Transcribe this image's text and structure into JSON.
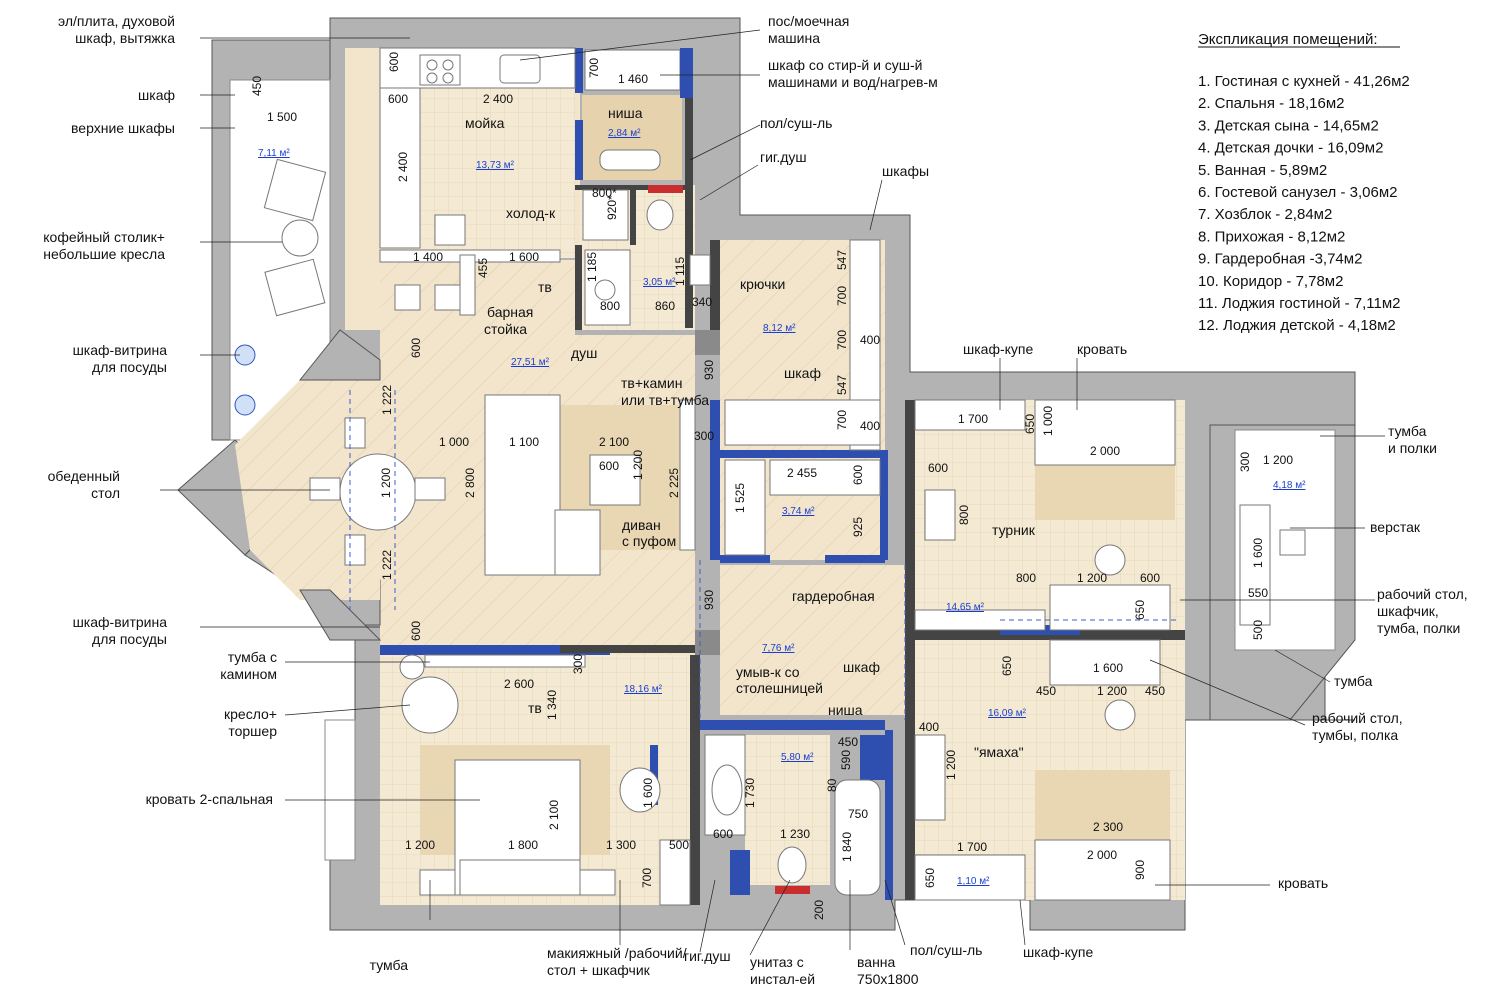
{
  "legend": {
    "title": "Экспликация помещений:",
    "items": [
      "1. Гостиная с кухней - 41,26м2",
      "2. Спальня - 18,16м2",
      "3. Детская сына - 14,65м2",
      "4. Детская дочки - 16,09м2",
      "5. Ванная - 5,89м2",
      "6. Гостевой санузел - 3,06м2",
      "7. Хозблок - 2,84м2",
      "8. Прихожая - 8,12м2",
      "9. Гардеробная -3,74м2",
      "10. Коридор - 7,78м2",
      "11. Лоджия гостиной - 7,11м2",
      "12. Лоджия детской - 4,18м2"
    ]
  },
  "callouts_left": [
    [
      "эл/плита, духовой",
      "шкаф, вытяжка"
    ],
    [
      "шкаф"
    ],
    [
      "верхние шкафы"
    ],
    [
      "кофейный столик+",
      "небольшие кресла"
    ],
    [
      "шкаф-витрина",
      "для посуды"
    ],
    [
      "обеденный",
      "стол"
    ],
    [
      "шкаф-витрина",
      "для посуды"
    ],
    [
      "тумба с",
      "камином"
    ],
    [
      "кресло+",
      "торшер"
    ],
    [
      "кровать 2-спальная"
    ],
    [
      "тумба"
    ]
  ],
  "callouts_top": [
    [
      "пос/моечная",
      "машина"
    ],
    [
      "шкаф со стир-й и суш-й",
      "машинами и вод/нагрев-м"
    ],
    [
      "пол/суш-ль"
    ],
    [
      "гиг.душ"
    ],
    [
      "шкафы"
    ],
    [
      "шкаф-купе"
    ],
    [
      "кровать"
    ]
  ],
  "callouts_right": [
    [
      "тумба",
      "и полки"
    ],
    [
      "верстак"
    ],
    [
      "рабочий стол,",
      "шкафчик,",
      "тумба, полки"
    ],
    [
      "тумба"
    ],
    [
      "рабочий стол,",
      "тумбы, полка"
    ],
    [
      "кровать"
    ]
  ],
  "callouts_bottom": [
    [
      "макияжный /рабочий/",
      "стол + шкафчик"
    ],
    [
      "гиг.душ"
    ],
    [
      "унитаз с",
      "инстал-ей"
    ],
    [
      "ванна",
      "750х1800"
    ],
    [
      "пол/суш-ль"
    ],
    [
      "шкаф-купе"
    ]
  ],
  "room_labels": [
    "мойка",
    "ниша",
    "холод-к",
    "тв",
    "барная",
    "стойка",
    "душ",
    "тв+камин",
    "или тв+тумба",
    "крючки",
    "шкаф",
    "диван",
    "с пуфом",
    "гардеробная",
    "умыв-к со",
    "столешницей",
    "шкаф",
    "ниша",
    "тв",
    "турник",
    "\"ямаха\""
  ],
  "areas": [
    "13,73 м²",
    "2,84 м²",
    "3,05 м²",
    "8,12 м²",
    "27,51 м²",
    "7,11 м²",
    "3,74 м²",
    "7,76 м²",
    "18,16 м²",
    "5,80 м²",
    "14,65 м²",
    "16,09 м²",
    "4,18 м²",
    "1,10 м²"
  ],
  "dimensions": [
    "600",
    "600",
    "2 400",
    "700",
    "1 460",
    "450",
    "1 500",
    "2 400",
    "800*",
    "920*",
    "1 400",
    "1 600",
    "455",
    "1 185",
    "800",
    "1 115",
    "860",
    "340",
    "547",
    "700",
    "700",
    "400",
    "547",
    "700",
    "400",
    "600",
    "930",
    "1 222",
    "1 000",
    "1 100",
    "2 100",
    "600",
    "1 200",
    "2 800",
    "2 225",
    "1 200",
    "1 222",
    "300",
    "2 455",
    "600",
    "1 525",
    "925",
    "1 700",
    "650",
    "1 000",
    "2 000",
    "600",
    "800",
    "800",
    "1 200",
    "600",
    "300",
    "1 200",
    "1 600",
    "550",
    "650",
    "500",
    "930",
    "600",
    "300",
    "2 600",
    "1 340",
    "1 600",
    "650",
    "450",
    "1 200",
    "450",
    "400",
    "1 200",
    "2 300",
    "450",
    "590",
    "80",
    "750",
    "1 730",
    "600",
    "1 230",
    "1 840",
    "1 200",
    "1 800",
    "2 100",
    "1 300",
    "500",
    "700",
    "1 600",
    "200",
    "1 700",
    "650",
    "2 000",
    "900"
  ]
}
